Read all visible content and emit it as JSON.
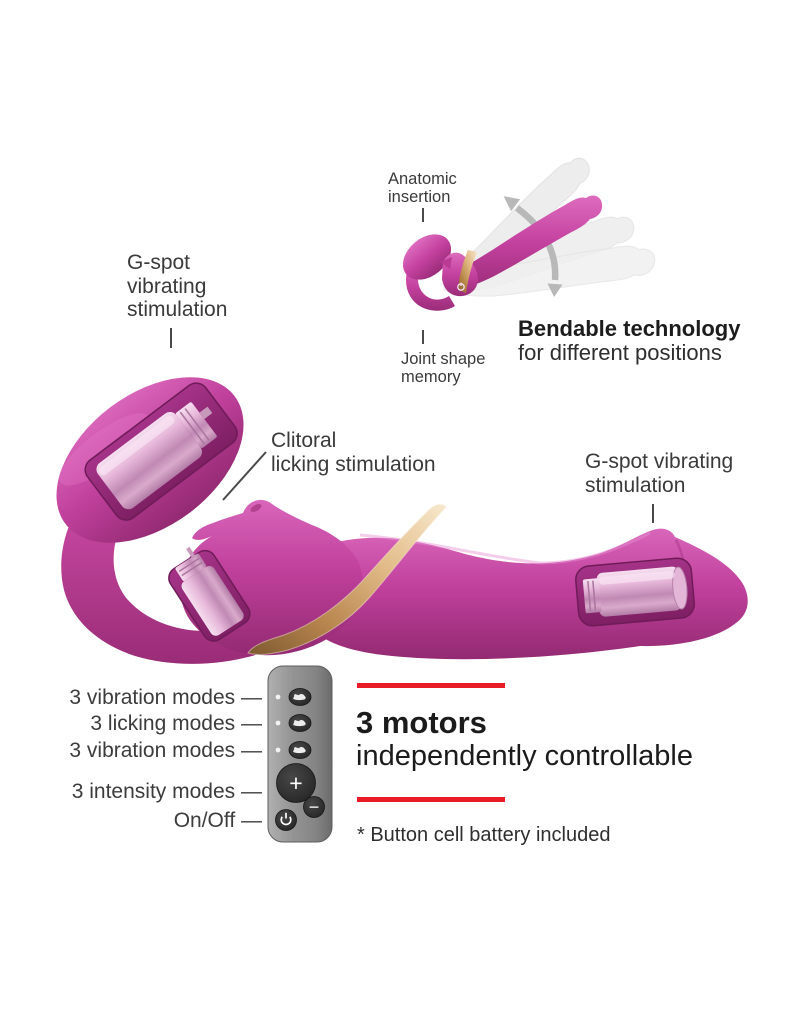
{
  "page": {
    "background": "#ffffff"
  },
  "colors": {
    "product_pink": "#c4419f",
    "product_pink_light": "#de6fc0",
    "product_pink_dark": "#97286f",
    "cutaway_hole": "#8f2577",
    "motor_metallic_light": "#f2d3e8",
    "motor_metallic_dark": "#aa79a0",
    "gold_band_light": "#f4e3c4",
    "gold_band_dark": "#8a6135",
    "ghost_gray": "#ececec",
    "arrow_gray": "#b8b8b8",
    "remote_gray": "#8f8f8f",
    "remote_button_dark": "#2d2d2d",
    "accent_red": "#e81c26",
    "text_dark": "#3a3a3a",
    "heading_dark": "#1b1b1b"
  },
  "bendable": {
    "anatomic_label": "Anatomic\ninsertion",
    "joint_label": "Joint shape\nmemory",
    "title": "Bendable technology",
    "subtitle": "for different positions"
  },
  "product": {
    "gspot_left_label": "G-spot\nvibrating\nstimulation",
    "clitoral_label": "Clitoral\nlicking stimulation",
    "gspot_right_label": "G-spot vibrating\nstimulation"
  },
  "remote": {
    "labels": [
      "3 vibration modes —",
      "3 licking modes —",
      "3 vibration modes —",
      "3 intensity modes —",
      "On/Off —"
    ],
    "button_icons": [
      "vibration-mode-1-icon",
      "licking-mode-icon",
      "vibration-mode-2-icon",
      "plus-icon",
      "minus-icon",
      "power-icon"
    ],
    "plus_glyph": "+",
    "minus_glyph": "−"
  },
  "motors": {
    "title": "3 motors",
    "subtitle": "independently controllable",
    "footnote": "* Button cell battery included"
  }
}
